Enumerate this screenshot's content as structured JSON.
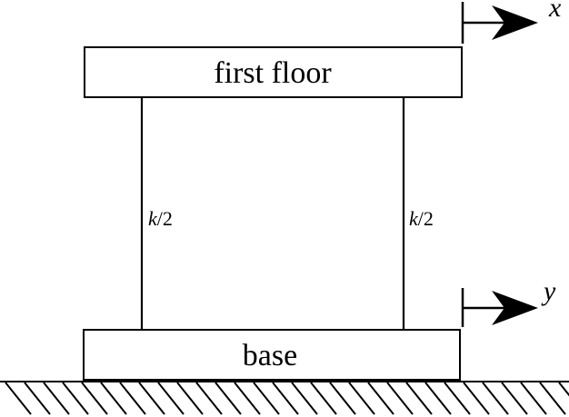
{
  "diagram": {
    "floor_label": "first floor",
    "base_label": "base",
    "stiffness_left_k": "k",
    "stiffness_left_rest": "/2",
    "stiffness_right_k": "k",
    "stiffness_right_rest": "/2",
    "displacement_top": "x",
    "displacement_bottom": "y"
  }
}
